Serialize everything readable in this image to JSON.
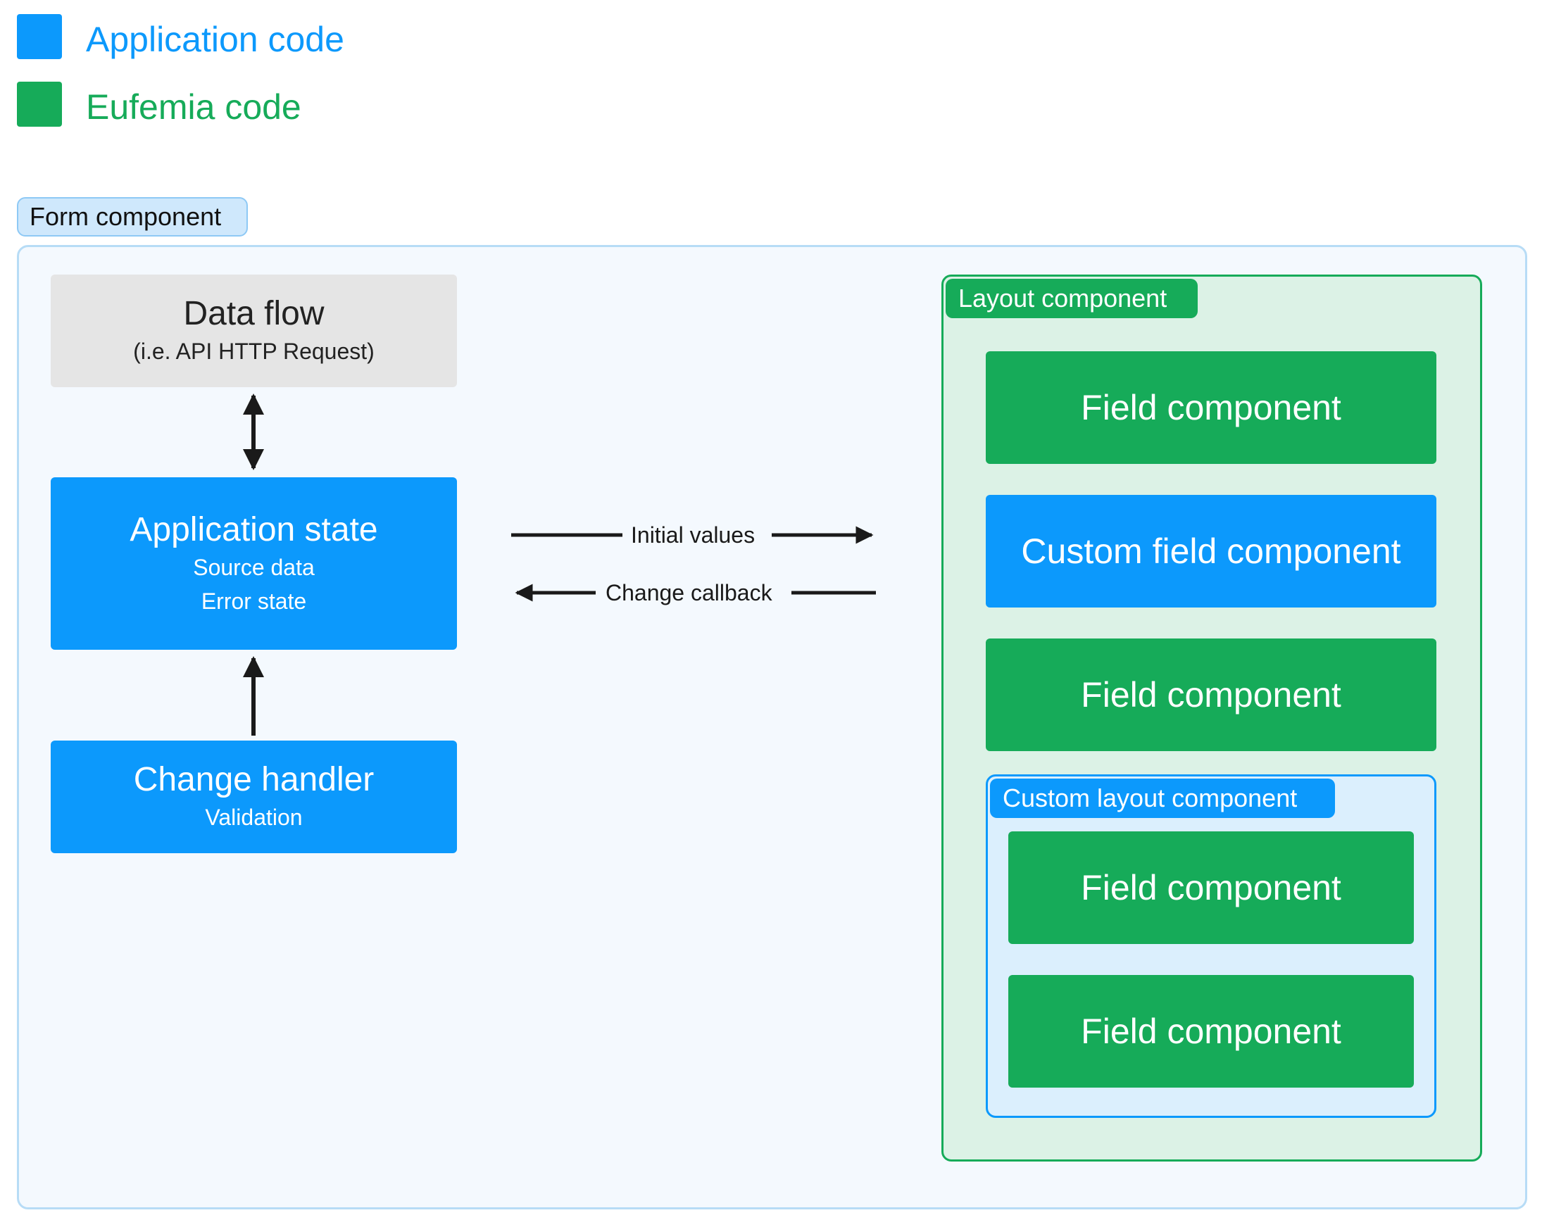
{
  "legend": {
    "items": [
      {
        "label": "Application code",
        "color": "#0c99fc"
      },
      {
        "label": "Eufemia code",
        "color": "#16ab59"
      }
    ]
  },
  "form": {
    "tag": "Form component"
  },
  "data_flow": {
    "title": "Data flow",
    "subtitle": "(i.e. API HTTP Request)"
  },
  "app_state": {
    "title": "Application state",
    "line1": "Source data",
    "line2": "Error state"
  },
  "change_handler": {
    "title": "Change handler",
    "subtitle": "Validation"
  },
  "arrows": {
    "initial_values": "Initial values",
    "change_callback": "Change callback"
  },
  "layout": {
    "tag": "Layout component",
    "fields": [
      "Field component",
      "Custom field component",
      "Field component"
    ]
  },
  "custom_layout": {
    "tag": "Custom layout component",
    "fields": [
      "Field component",
      "Field component"
    ]
  },
  "colors": {
    "application": "#0c99fc",
    "eufemia": "#16ab59",
    "neutral": "#e5e5e5",
    "arrow": "#1a1a1a"
  }
}
